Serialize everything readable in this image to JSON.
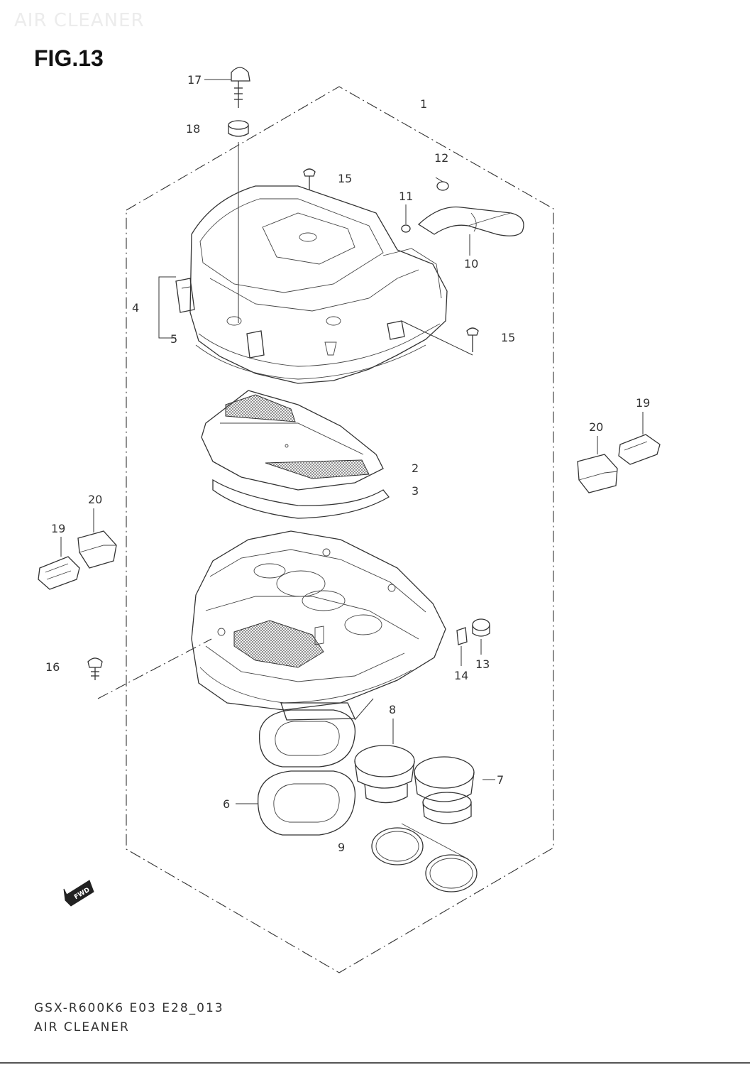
{
  "header": {
    "watermark": "AIR CLEANER",
    "figure_title": "FIG.13"
  },
  "callouts": [
    "1",
    "2",
    "3",
    "4",
    "5",
    "6",
    "7",
    "8",
    "9",
    "10",
    "11",
    "12",
    "13",
    "14",
    "15",
    "15",
    "16",
    "17",
    "18",
    "19",
    "19",
    "20",
    "20"
  ],
  "footer": {
    "model_code": "GSX-R600K6 E03 E28_013",
    "section_name": "AIR CLEANER"
  },
  "fwd_label": "FWD"
}
